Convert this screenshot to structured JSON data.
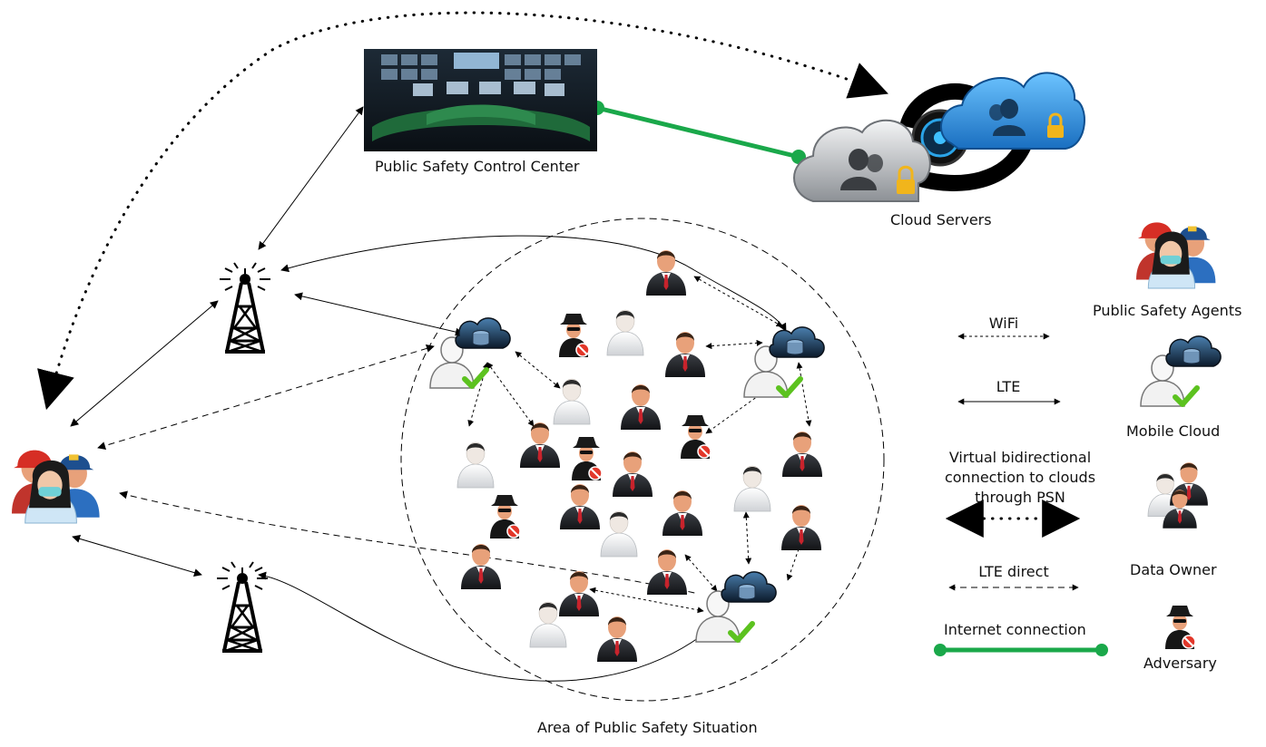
{
  "diagram": {
    "control_center_label": "Public Safety Control Center",
    "cloud_servers_label": "Cloud Servers",
    "area_label": "Area of Public Safety Situation"
  },
  "legend": {
    "public_safety_agents": "Public Safety Agents",
    "wifi": "WiFi",
    "lte": "LTE",
    "mobile_cloud": "Mobile Cloud",
    "virtual_connection": "Virtual bidirectional connection to clouds through PSN",
    "data_owner": "Data Owner",
    "lte_direct": "LTE direct",
    "internet_connection": "Internet connection",
    "adversary": "Adversary"
  },
  "colors": {
    "internet_green": "#1aa84a",
    "cloud_blue": "#2f8fd8",
    "cloud_gray": "#b9bcc0",
    "adversary_red": "#e2372a",
    "check_green": "#5cc21f"
  }
}
